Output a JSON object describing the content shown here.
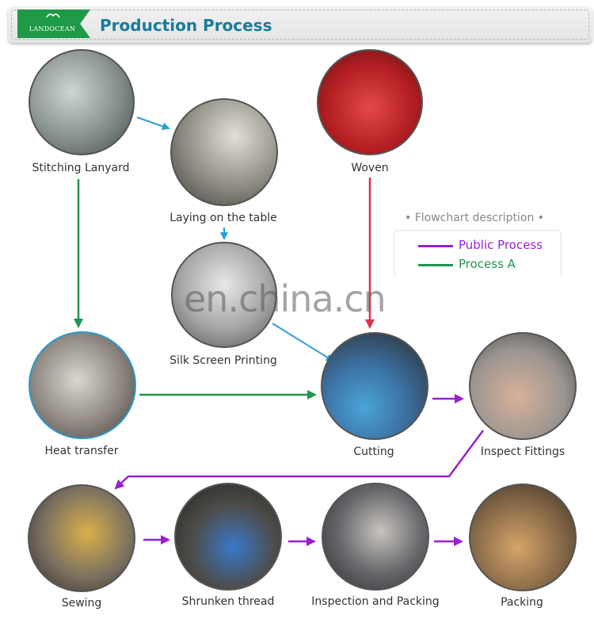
{
  "header": {
    "brand": "LANDOCEAN",
    "title": "Production Process"
  },
  "colors": {
    "banner_title": "#1a7c9a",
    "logo_green": "#1f9a47",
    "public_process": "#9b1fcf",
    "process_a": "#1f9650",
    "blue_arrow": "#2aa0d8",
    "red_arrow": "#d8344c"
  },
  "steps": {
    "stitching": "Stitching Lanyard",
    "laying": "Laying on the table",
    "woven": "Woven",
    "silk": "Silk Screen Printing",
    "heat": "Heat transfer",
    "cutting": "Cutting",
    "inspect_fittings": "Inspect Fittings",
    "sewing": "Sewing",
    "shrunken": "Shrunken thread",
    "inspection_packing": "Inspection and Packing",
    "packing": "Packing"
  },
  "legend": {
    "title": "• Flowchart description •",
    "items": [
      {
        "label": "Public Process",
        "color": "#9b1fcf"
      },
      {
        "label": "Process A",
        "color": "#1f9650"
      }
    ]
  },
  "watermark": "en.china.cn"
}
